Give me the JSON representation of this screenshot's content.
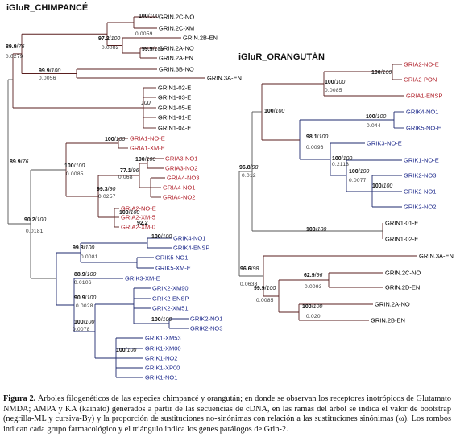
{
  "figure": {
    "left_title": "iGluR_CHIMPANCÉ",
    "right_title": "iGluR_ORANGUTÁN",
    "colors": {
      "nmda": "#000000",
      "ampa": "#b0202a",
      "ka": "#1e2a8c",
      "branch_nmda": "#5a1e1e",
      "branch_ka": "#1e2a6e"
    }
  },
  "chimp": {
    "leaves": [
      "GRIN.2C-NO",
      "GRIN.2C-XM",
      "GRIN.2B-EN",
      "GRIN.2A-NO",
      "GRIN.2A-EN",
      "GRIN.3B-NO",
      "GRIN.3A-EN",
      "GRIN1-02-E",
      "GRIN1-03-E",
      "GRIN1-05-E",
      "GRIN1-01-E",
      "GRIN1-04-E",
      "GRIA1-NO-E",
      "GRIA1-XM-E",
      "GRIA3-NO1",
      "GRIA3-NO2",
      "GRIA4-NO3",
      "GRIA4-NO1",
      "GRIA4-NO2",
      "GRIA2-NO-E",
      "GRIA2-XM-5",
      "GRIA2-XM-0",
      "GRIK4-NO1",
      "GRIK4-ENSP",
      "GRIK5-NO1",
      "GRIK5-XM-E",
      "GRIK3-XM-E",
      "GRIK2-XM90",
      "GRIK2-ENSP",
      "GRIK2-XM51",
      "GRIK2-NO1",
      "GRIK2-NO3",
      "GRIK1-XM53",
      "GRIK1-XM00",
      "GRIK1-NO2",
      "GRIK1-XP00",
      "GRIK1-NO1"
    ],
    "bootstrap": [
      {
        "ml": "100",
        "by": "100"
      },
      {
        "ml": "97.2",
        "by": "100"
      },
      {
        "ml": "99.9",
        "by": "100"
      },
      {
        "ml": "89.9",
        "by": "76"
      },
      {
        "ml": "99.9",
        "by": "100"
      },
      {
        "ml": "",
        "by": "100"
      },
      {
        "ml": "89.9",
        "by": "76"
      },
      {
        "ml": "100",
        "by": "100"
      },
      {
        "ml": "100",
        "by": "100"
      },
      {
        "ml": "77.1",
        "by": "96"
      },
      {
        "ml": "100",
        "by": "100"
      },
      {
        "ml": "99.3",
        "by": "90"
      },
      {
        "ml": "100",
        "by": "100"
      },
      {
        "ml": "92.2",
        "by": ""
      },
      {
        "ml": "90.2",
        "by": "100"
      },
      {
        "ml": "100",
        "by": "100"
      },
      {
        "ml": "99.8",
        "by": "100"
      },
      {
        "ml": "88.9",
        "by": "100"
      },
      {
        "ml": "90.9",
        "by": "100"
      },
      {
        "ml": "100",
        "by": "100"
      },
      {
        "ml": "100",
        "by": "100"
      }
    ],
    "omega": [
      "0.0059",
      "0.0082",
      "0.0279",
      "0.0056",
      "0.0085",
      "0.068",
      "0.0257",
      "0.0181",
      "0.0081",
      "0.0106",
      "0.0028",
      "0.0078"
    ]
  },
  "orang": {
    "leaves": [
      "GRIA2-NO-E",
      "GRIA2-PON",
      "GRIA1-ENSP",
      "GRIK4-NO1",
      "GRIK5-NO-E",
      "GRIK3-NO-E",
      "GRIK1-NO-E",
      "GRIK2-NO3",
      "GRIK2-NO1",
      "GRIK2-NO2",
      "GRIN1-01-E",
      "GRIN1-02-E",
      "GRIN.3A-EN",
      "GRIN.2C-NO",
      "GRIN.2D-EN",
      "GRIN.2A-NO",
      "GRIN.2B-EN"
    ],
    "bootstrap": [
      {
        "ml": "100",
        "by": "100"
      },
      {
        "ml": "100",
        "by": "100"
      },
      {
        "ml": "100",
        "by": "100"
      },
      {
        "ml": "100",
        "by": "100"
      },
      {
        "ml": "98.1",
        "by": "100"
      },
      {
        "ml": "100",
        "by": "100"
      },
      {
        "ml": "100",
        "by": "100"
      },
      {
        "ml": "100",
        "by": "100"
      },
      {
        "ml": "96.8",
        "by": "98"
      },
      {
        "ml": "100",
        "by": "100"
      },
      {
        "ml": "96.6",
        "by": "98"
      },
      {
        "ml": "62.9",
        "by": "96"
      },
      {
        "ml": "99.9",
        "by": "100"
      },
      {
        "ml": "100",
        "by": "100"
      }
    ],
    "omega": [
      "0.0085",
      "0.044",
      "0.0096",
      "0.2113",
      "0.0077",
      "0.012",
      "0.0093",
      "0.0633",
      "0.0085",
      "0.020"
    ]
  },
  "caption": {
    "label": "Figura 2.",
    "text": " Árboles filogenéticos de las especies chimpancé y orangután; en donde se observan los receptores inotrópicos de Glutamato NMDA; AMPA y KA (kainato) generados a partir de las secuencias de cDNA, en las ramas del árbol se indica el valor de bootstrap (negrilla-ML y cursiva-By) y la proporción de sustituciones no-sinónimas con relación a las sustituciones sinónimas (ω). Los rombos indican cada grupo farmacológico y el triángulo indica los genes parálogos de Grin-2."
  }
}
